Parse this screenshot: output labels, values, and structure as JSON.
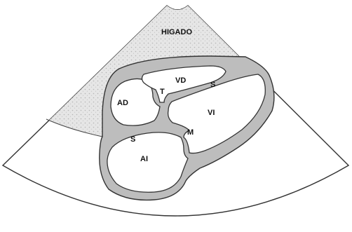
{
  "labels": {
    "liver": "HIGADO",
    "right_atrium": "AD",
    "right_ventricle": "VD",
    "left_atrium": "AI",
    "left_ventricle": "VI",
    "tricuspid": "T",
    "mitral": "M",
    "septum_atrial": "S",
    "septum_ventricular": "S"
  },
  "colors": {
    "outline": "#333333",
    "wall": "#bdbdbd",
    "liver_fill": "#e4e4e4",
    "liver_dots": "#b8b8b8",
    "background": "#ffffff"
  }
}
